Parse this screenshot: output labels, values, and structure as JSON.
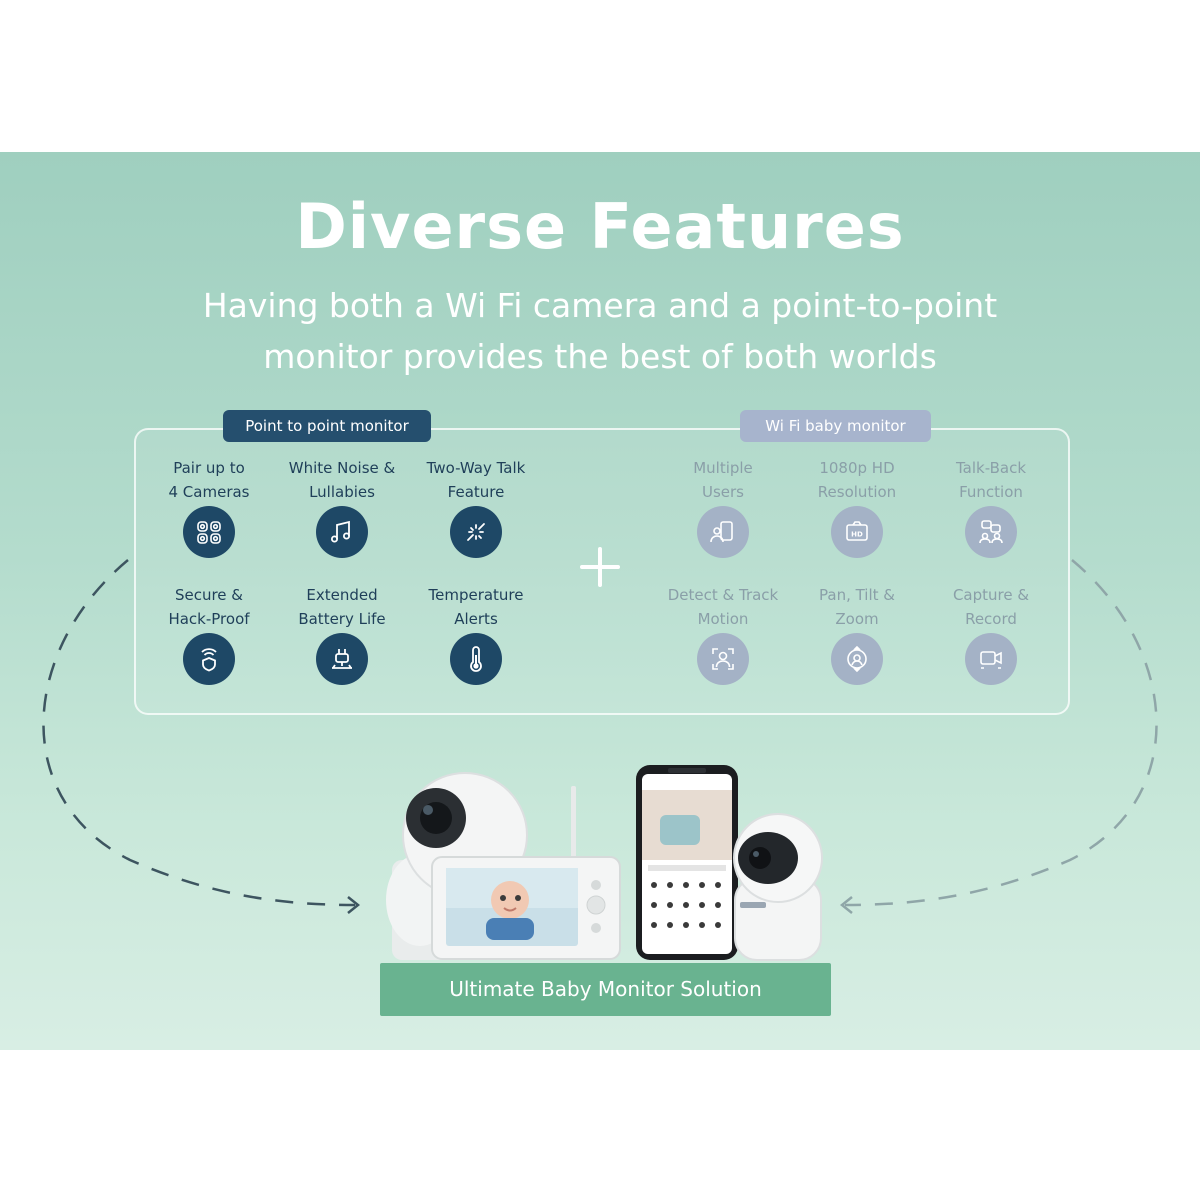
{
  "header": {
    "title": "Diverse Features",
    "subtitle": "Having both a Wi Fi camera and a point-to-point monitor provides the best of both worlds"
  },
  "point_to_point": {
    "label": "Point to point monitor",
    "features": [
      {
        "label": "Pair up to\n4 Cameras",
        "icon": "cameras-icon"
      },
      {
        "label": "White Noise &\nLullabies",
        "icon": "music-notes-icon"
      },
      {
        "label": "Two-Way Talk\nFeature",
        "icon": "talk-icon"
      },
      {
        "label": "Secure &\nHack-Proof",
        "icon": "shield-wifi-icon"
      },
      {
        "label": "Extended\nBattery Life",
        "icon": "battery-plug-icon"
      },
      {
        "label": "Temperature\nAlerts",
        "icon": "thermometer-icon"
      }
    ]
  },
  "wifi": {
    "label": "Wi Fi baby monitor",
    "features": [
      {
        "label": "Multiple\nUsers",
        "icon": "users-icon"
      },
      {
        "label": "1080p HD\nResolution",
        "icon": "hd-camera-icon"
      },
      {
        "label": "Talk-Back\nFunction",
        "icon": "talk-back-icon"
      },
      {
        "label": "Detect & Track\nMotion",
        "icon": "motion-track-icon"
      },
      {
        "label": "Pan, Tilt &\nZoom",
        "icon": "pan-tilt-zoom-icon"
      },
      {
        "label": "Capture &\nRecord",
        "icon": "record-icon"
      }
    ]
  },
  "cta": {
    "label": "Ultimate Baby Monitor Solution"
  },
  "colors": {
    "dark_navy": "#1e4866",
    "light_slate": "#a4b2c6",
    "green": "#69b390",
    "mint": "#b4dccd"
  }
}
